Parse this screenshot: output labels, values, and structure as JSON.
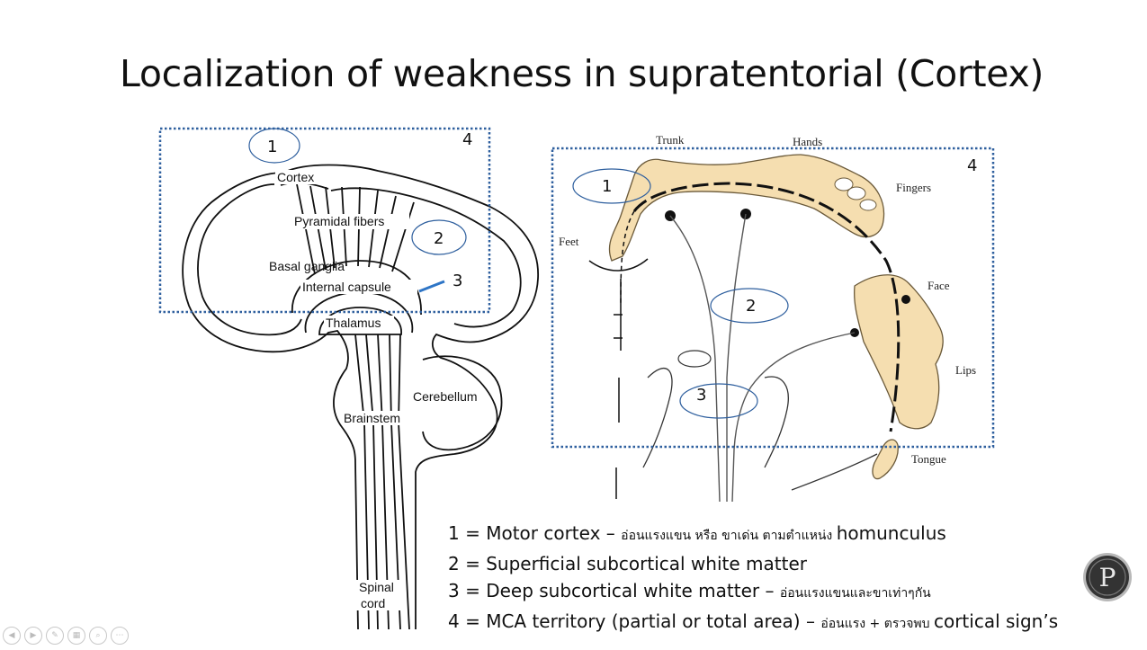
{
  "slide": {
    "title": "Localization of weakness in supratentorial (Cortex)"
  },
  "left_diagram": {
    "labels": {
      "cortex": "Cortex",
      "pyramidal": "Pyramidal fibers",
      "basal": "Basal ganglia",
      "internal": "Internal capsule",
      "thalamus": "Thalamus",
      "cerebellum": "Cerebellum",
      "brainstem": "Brainstem",
      "spinal1": "Spinal",
      "spinal2": "cord"
    },
    "markers": {
      "m1": "1",
      "m2": "2",
      "m3": "3",
      "m4": "4"
    }
  },
  "right_diagram": {
    "labels": {
      "trunk": "Trunk",
      "hands": "Hands",
      "fingers": "Fingers",
      "feet": "Feet",
      "face": "Face",
      "lips": "Lips",
      "tongue": "Tongue"
    },
    "markers": {
      "m1": "1",
      "m2": "2",
      "m3": "3",
      "m4": "4"
    }
  },
  "legend": {
    "l1_main": "1 = Motor cortex – ",
    "l1_thai": "อ่อนแรงแขน หรือ ขาเด่น ตามตำแหน่ง ",
    "l1_end": "homunculus",
    "l2_main": "2 = Superficial subcortical white matter",
    "l3_main": "3 = Deep subcortical white matter – ",
    "l3_thai": "อ่อนแรงแขนและขาเท่าๆกัน",
    "l4_main": "4 = MCA territory  (partial or total area) – ",
    "l4_thai": "อ่อนแรง + ตรวจพบ ",
    "l4_end": "cortical sign’s"
  },
  "logo": {
    "letter": "P"
  },
  "colors": {
    "dotted_box": "#2e5f9e",
    "marker_ellipse": "#2e5f9e",
    "pointer_line": "#2e75c6",
    "homunculus_fill": "#f5deb0",
    "logo_bg": "#333333"
  },
  "nav_icons": [
    "prev-icon",
    "next-icon",
    "pen-icon",
    "slides-icon",
    "zoom-icon",
    "more-icon"
  ]
}
